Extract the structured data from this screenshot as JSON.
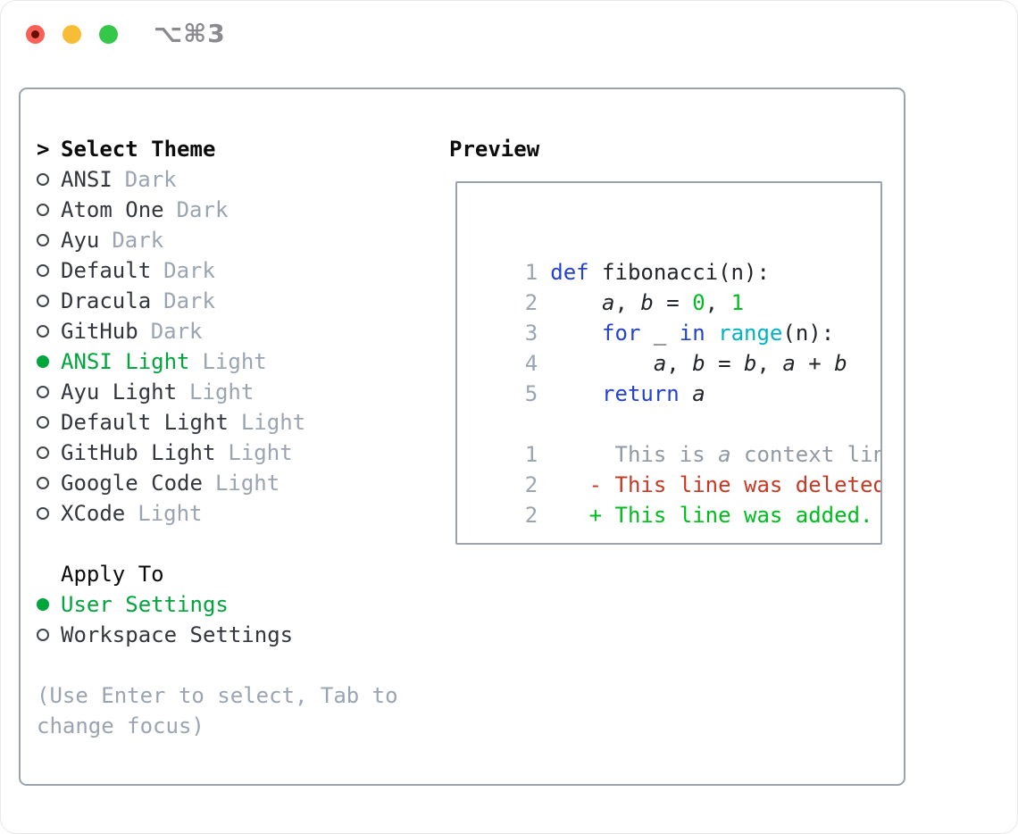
{
  "window": {
    "shortcut_label": "⌥⌘3",
    "traffic_lights": [
      "close",
      "minimize",
      "zoom"
    ]
  },
  "theme_picker": {
    "cursor": ">",
    "heading": "Select Theme",
    "items": [
      {
        "name": "ANSI",
        "variant": "Dark",
        "selected": false
      },
      {
        "name": "Atom One",
        "variant": "Dark",
        "selected": false
      },
      {
        "name": "Ayu",
        "variant": "Dark",
        "selected": false
      },
      {
        "name": "Default",
        "variant": "Dark",
        "selected": false
      },
      {
        "name": "Dracula",
        "variant": "Dark",
        "selected": false
      },
      {
        "name": "GitHub",
        "variant": "Dark",
        "selected": false
      },
      {
        "name": "ANSI Light",
        "variant": "Light",
        "selected": true
      },
      {
        "name": "Ayu Light",
        "variant": "Light",
        "selected": false
      },
      {
        "name": "Default Light",
        "variant": "Light",
        "selected": false
      },
      {
        "name": "GitHub Light",
        "variant": "Light",
        "selected": false
      },
      {
        "name": "Google Code",
        "variant": "Light",
        "selected": false
      },
      {
        "name": "XCode",
        "variant": "Light",
        "selected": false
      }
    ]
  },
  "apply_to": {
    "heading": "Apply To",
    "items": [
      {
        "label": "User Settings",
        "selected": true
      },
      {
        "label": "Workspace Settings",
        "selected": false
      }
    ]
  },
  "help_text": "(Use Enter to select, Tab to change focus)",
  "preview": {
    "label": "Preview",
    "code_lines": [
      {
        "no": "1",
        "parts": [
          {
            "t": "def",
            "s": "keyword"
          },
          {
            "t": " fibonacci(n):",
            "s": "plain"
          }
        ]
      },
      {
        "no": "2",
        "parts": [
          {
            "t": "    ",
            "s": "plain"
          },
          {
            "t": "a",
            "s": "variable"
          },
          {
            "t": ", ",
            "s": "plain"
          },
          {
            "t": "b",
            "s": "variable"
          },
          {
            "t": " = ",
            "s": "plain"
          },
          {
            "t": "0",
            "s": "number"
          },
          {
            "t": ", ",
            "s": "plain"
          },
          {
            "t": "1",
            "s": "number"
          }
        ]
      },
      {
        "no": "3",
        "parts": [
          {
            "t": "    ",
            "s": "plain"
          },
          {
            "t": "for",
            "s": "keyword"
          },
          {
            "t": " _ ",
            "s": "plain"
          },
          {
            "t": "in",
            "s": "keyword"
          },
          {
            "t": " ",
            "s": "plain"
          },
          {
            "t": "range",
            "s": "function"
          },
          {
            "t": "(n):",
            "s": "plain"
          }
        ]
      },
      {
        "no": "4",
        "parts": [
          {
            "t": "        ",
            "s": "plain"
          },
          {
            "t": "a",
            "s": "variable"
          },
          {
            "t": ", ",
            "s": "plain"
          },
          {
            "t": "b",
            "s": "variable"
          },
          {
            "t": " = ",
            "s": "plain"
          },
          {
            "t": "b",
            "s": "variable"
          },
          {
            "t": ", ",
            "s": "plain"
          },
          {
            "t": "a",
            "s": "variable"
          },
          {
            "t": " + ",
            "s": "plain"
          },
          {
            "t": "b",
            "s": "variable"
          }
        ]
      },
      {
        "no": "5",
        "parts": [
          {
            "t": "    ",
            "s": "plain"
          },
          {
            "t": "return",
            "s": "keyword"
          },
          {
            "t": " ",
            "s": "plain"
          },
          {
            "t": "a",
            "s": "variable"
          }
        ]
      }
    ],
    "diff_lines": [
      {
        "no": "1",
        "parts": [
          {
            "t": "     This is ",
            "s": "context"
          },
          {
            "t": "a",
            "s": "context-em"
          },
          {
            "t": " context line.",
            "s": "context"
          }
        ]
      },
      {
        "no": "2",
        "parts": [
          {
            "t": "   - This line was deleted.",
            "s": "deleted"
          }
        ]
      },
      {
        "no": "2",
        "parts": [
          {
            "t": "   + This line was added.",
            "s": "added"
          }
        ]
      }
    ]
  },
  "colors": {
    "ui_selected_green": "#00a53c",
    "syntax_keyword_blue": "#2442cf",
    "syntax_function_cyan": "#00b2c6",
    "syntax_number_green": "#00bd1f",
    "diff_added_green": "#00bd1f",
    "diff_deleted_red": "#c63a24",
    "dim_gray": "#9aa4b2",
    "text_dark": "#222529",
    "border_gray": "#9aa3ae",
    "traffic_red": "#f96057",
    "traffic_yellow": "#f8bd36",
    "traffic_green": "#34c748"
  }
}
